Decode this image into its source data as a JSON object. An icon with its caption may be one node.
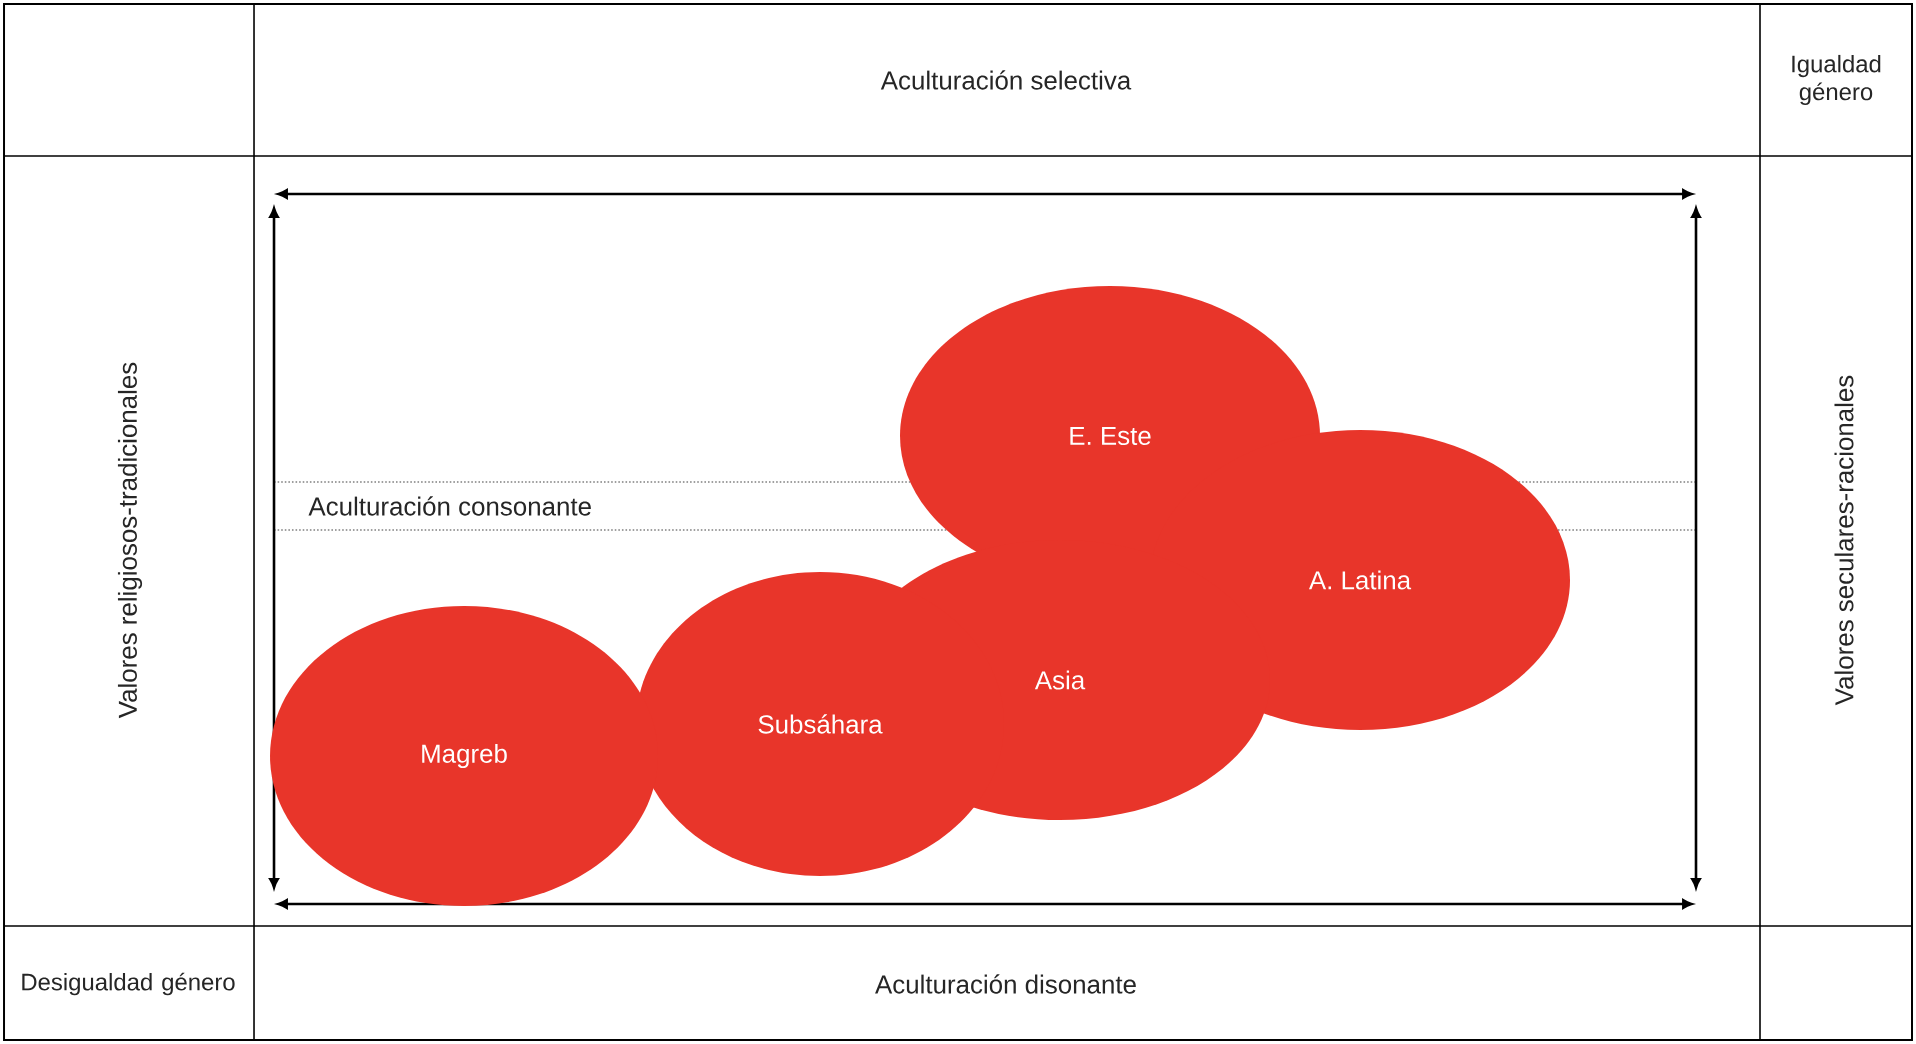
{
  "diagram": {
    "nodes": [
      {
        "text": [
          "E. Este"
        ]
      },
      {
        "text": [
          "A. Latina"
        ]
      },
      {
        "text": [
          "Magreb"
        ]
      },
      {
        "text": [
          "Subsáhara"
        ]
      },
      {
        "text": [
          "Asia"
        ]
      }
    ],
    "labels": [
      "Aculturación selectiva",
      "Igualdad género",
      "Valores religiosos-tradicionales",
      "Aculturación consonante",
      "Valores seculares-racionales",
      "Desigualdad género",
      "Aculturación disonante"
    ]
  }
}
